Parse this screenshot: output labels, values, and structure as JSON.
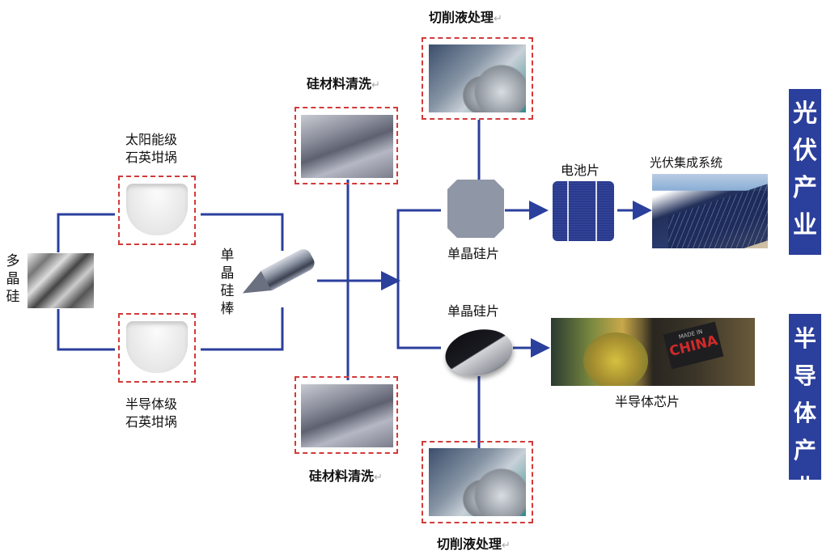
{
  "diagram": {
    "title": "单晶硅产业链流程图",
    "colors": {
      "line": "#2b3f9c",
      "dashed_border": "#d23a3a",
      "banner_bg": "#2b3f9c",
      "banner_text": "#ffffff"
    },
    "nodes": {
      "polysilicon": {
        "label": "多晶硅",
        "icon": "polysilicon-chunks-image"
      },
      "solar_crucible": {
        "label_line1": "太阳能级",
        "label_line2": "石英坩埚",
        "icon": "quartz-crucible-image"
      },
      "semi_crucible": {
        "label_line1": "半导体级",
        "label_line2": "石英坩埚",
        "icon": "quartz-crucible-image"
      },
      "ingot": {
        "label": "单晶硅棒",
        "icon": "silicon-ingot-image"
      },
      "cleaning_top": {
        "label": "硅材料清洗",
        "return_mark": "↵",
        "icon": "silicon-scrap-image"
      },
      "cleaning_bottom": {
        "label": "硅材料清洗",
        "return_mark": "↵",
        "icon": "silicon-scrap-image"
      },
      "cutting_fluid_top": {
        "label": "切削液处理",
        "return_mark": "↵",
        "icon": "factory-tanks-image"
      },
      "cutting_fluid_bottom": {
        "label": "切削液处理",
        "return_mark": "↵",
        "icon": "factory-tanks-image"
      },
      "pv_wafer": {
        "label": "单晶硅片",
        "icon": "square-wafer-image"
      },
      "cell": {
        "label": "电池片",
        "icon": "solar-cell-image"
      },
      "pv_system": {
        "label": "光伏集成系统",
        "icon": "solar-panels-image"
      },
      "semi_wafer": {
        "label": "单晶硅片",
        "icon": "round-wafer-image"
      },
      "chip": {
        "label": "半导体芯片",
        "icon": "chip-image",
        "chip_text_top": "MADE IN",
        "chip_text_main": "CHINA"
      }
    },
    "banners": {
      "pv_industry": "光伏产业",
      "semi_industry": "半导体产业"
    }
  }
}
